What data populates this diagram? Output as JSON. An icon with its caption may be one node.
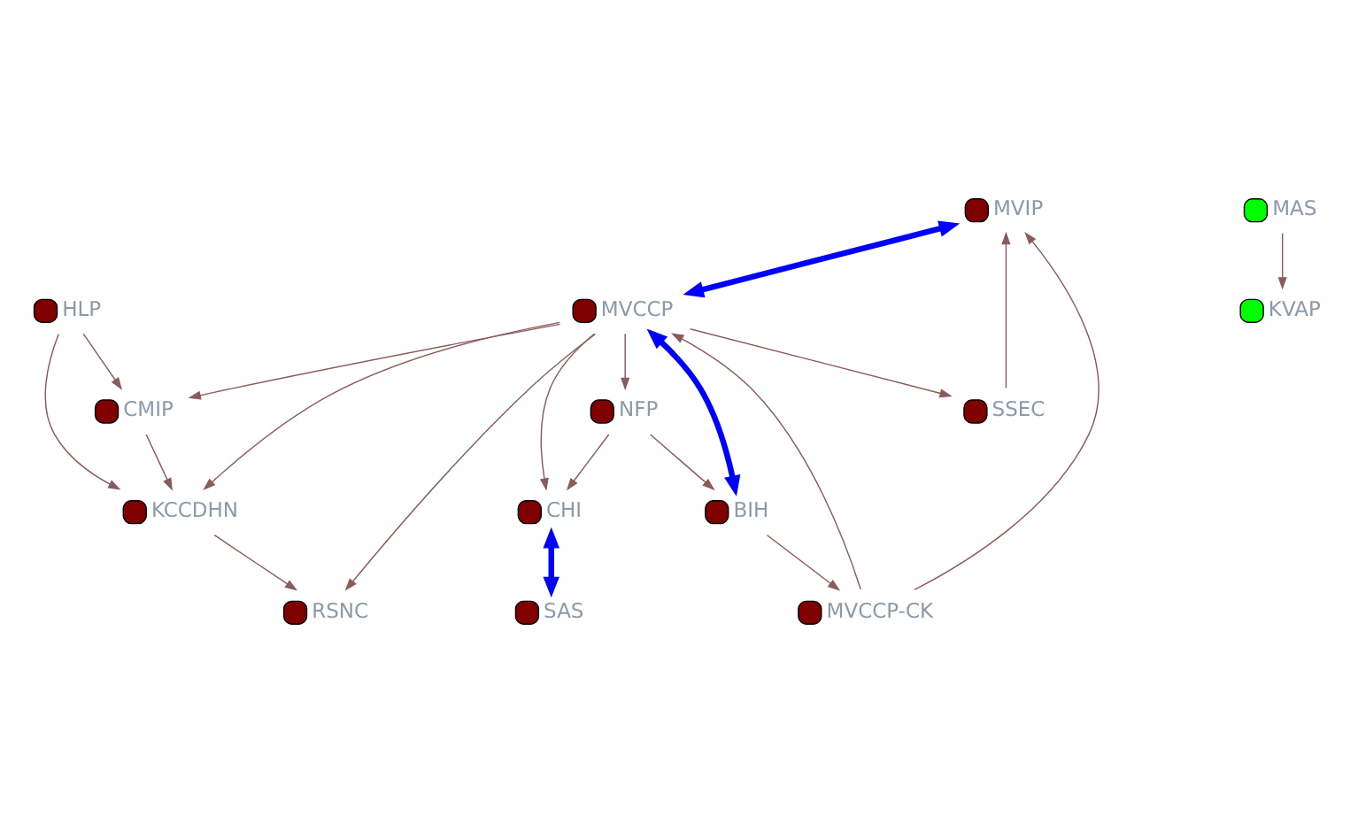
{
  "diagram": {
    "nodes": [
      {
        "text": [
          "MVIP"
        ]
      },
      {
        "text": [
          "CMIP"
        ]
      },
      {
        "text": [
          "MVCCP-CK"
        ]
      },
      {
        "text": [
          "SSEC"
        ]
      },
      {
        "text": [
          "HLP"
        ]
      },
      {
        "text": [
          "BIH"
        ]
      },
      {
        "text": [
          "KVAP"
        ]
      },
      {
        "text": [
          "KCCDHN"
        ]
      },
      {
        "text": [
          "MVCCP"
        ]
      },
      {
        "text": [
          "SAS"
        ]
      },
      {
        "text": [
          "RSNC"
        ]
      },
      {
        "text": [
          "MAS"
        ]
      },
      {
        "text": [
          "NFP"
        ]
      },
      {
        "text": [
          "CHI"
        ]
      }
    ],
    "edges": [
      {
        "from": 2,
        "to": 0,
        "arrow": "to"
      },
      {
        "from": 3,
        "to": 0,
        "arrow": "to"
      },
      {
        "from": 0,
        "to": 8,
        "arrow": "both",
        "style": "thick",
        "color": "#0000ff"
      },
      {
        "from": 8,
        "to": 3,
        "arrow": "to"
      },
      {
        "from": 2,
        "to": 8,
        "arrow": "to"
      },
      {
        "from": 5,
        "to": 8,
        "arrow": "both",
        "style": "thick",
        "color": "#0000ff"
      },
      {
        "from": 5,
        "to": 2,
        "arrow": "to"
      },
      {
        "from": 12,
        "to": 5,
        "arrow": "to"
      },
      {
        "from": 8,
        "to": 1,
        "arrow": "to"
      },
      {
        "from": 4,
        "to": 1,
        "arrow": "to"
      },
      {
        "from": 1,
        "to": 7,
        "arrow": "to"
      },
      {
        "from": 4,
        "to": 7,
        "arrow": "to"
      },
      {
        "from": 8,
        "to": 7,
        "arrow": "to"
      },
      {
        "from": 7,
        "to": 10,
        "arrow": "to"
      },
      {
        "from": 8,
        "to": 10,
        "arrow": "to"
      },
      {
        "from": 8,
        "to": 12,
        "arrow": "to"
      },
      {
        "from": 8,
        "to": 13,
        "arrow": "to"
      },
      {
        "from": 12,
        "to": 13,
        "arrow": "to"
      },
      {
        "from": 13,
        "to": 9,
        "arrow": "both",
        "style": "thick",
        "color": "#0000ff"
      },
      {
        "from": 11,
        "to": 6,
        "arrow": "to"
      }
    ]
  }
}
